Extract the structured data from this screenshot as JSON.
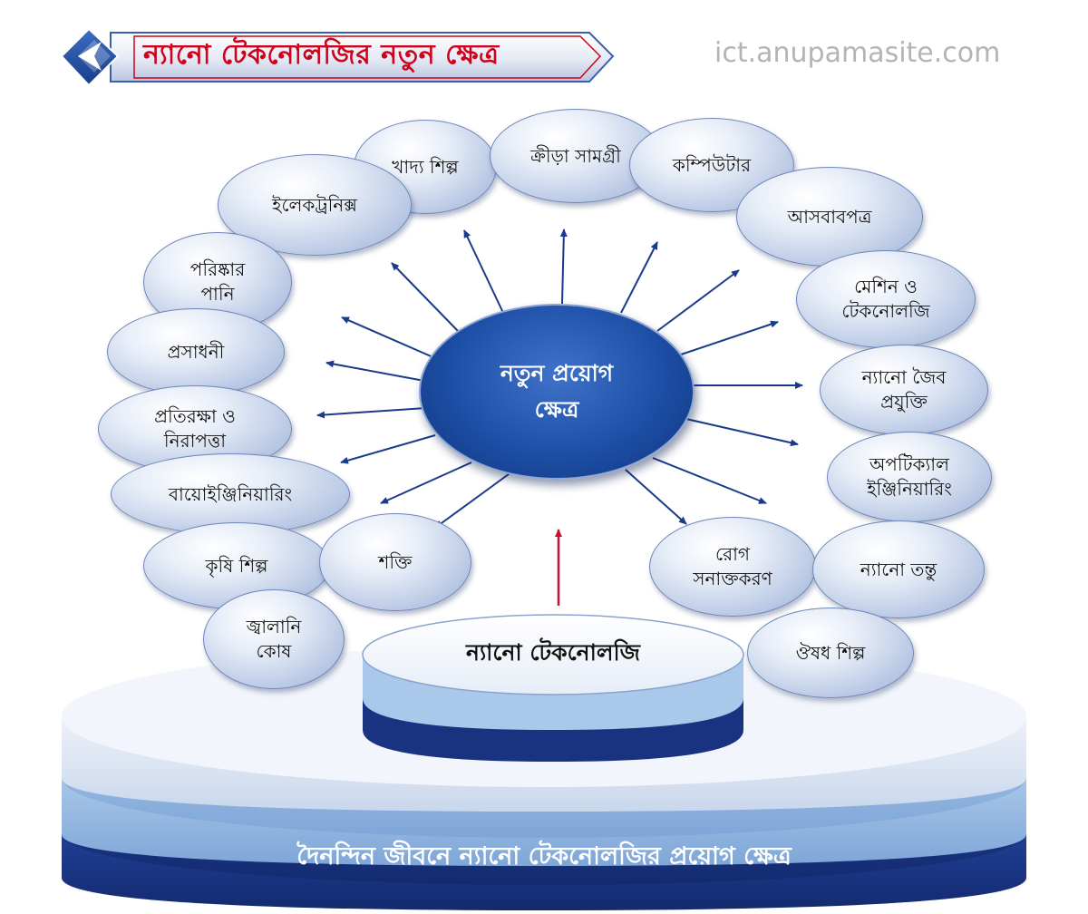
{
  "header": {
    "title": "ন্যানো টেকনোলজির নতুন ক্ষেত্র",
    "site": "ict.anupamasite.com"
  },
  "center": {
    "line1": "নতুন প্রয়োগ",
    "line2": "ক্ষেত্র"
  },
  "platform_label": "ন্যানো টেকনোলজি",
  "footer_label": "দৈনন্দিন জীবনে ন্যানো টেকনোলজির প্রয়োগ ক্ষেত্র",
  "fields": [
    {
      "id": "food-industry",
      "label": "খাদ্য শিল্প"
    },
    {
      "id": "sports-goods",
      "label": "ক্রীড়া সামগ্রী"
    },
    {
      "id": "computer",
      "label": "কম্পিউটার"
    },
    {
      "id": "electronics",
      "label": "ইলেকট্রনিক্স"
    },
    {
      "id": "furniture",
      "label": "আসবাবপত্র"
    },
    {
      "id": "clean-water",
      "label": "পরিষ্কার\nপানি"
    },
    {
      "id": "machine-technology",
      "label": "মেশিন ও\nটেকনোলজি"
    },
    {
      "id": "cosmetics",
      "label": "প্রসাধনী"
    },
    {
      "id": "nano-biotech",
      "label": "ন্যানো জৈব\nপ্রযুক্তি"
    },
    {
      "id": "defense-security",
      "label": "প্রতিরক্ষা ও\nনিরাপত্তা"
    },
    {
      "id": "optical-engineering",
      "label": "অপটিক্যাল\nইঞ্জিনিয়ারিং"
    },
    {
      "id": "bioengineering",
      "label": "বায়োইঞ্জিনিয়ারিং"
    },
    {
      "id": "agriculture",
      "label": "কৃষি শিল্প"
    },
    {
      "id": "energy",
      "label": "শক্তি"
    },
    {
      "id": "disease-detection",
      "label": "রোগ\nসনাক্তকরণ"
    },
    {
      "id": "nano-fiber",
      "label": "ন্যানো তন্তু"
    },
    {
      "id": "fuel-cell",
      "label": "জ্বালানি\nকোষ"
    },
    {
      "id": "pharmaceutical",
      "label": "ঔষধ শিল্প"
    }
  ],
  "colors": {
    "title_red": "#d0021b",
    "banner_blue": "#1f4ea3",
    "center_blue": "#1d4fa6",
    "arrow_blue": "#1b3a8c",
    "arrow_red": "#c8102e",
    "platform_dark": "#1a3380",
    "platform_mid": "#8fb4df",
    "platform_light": "#dde6f3"
  }
}
